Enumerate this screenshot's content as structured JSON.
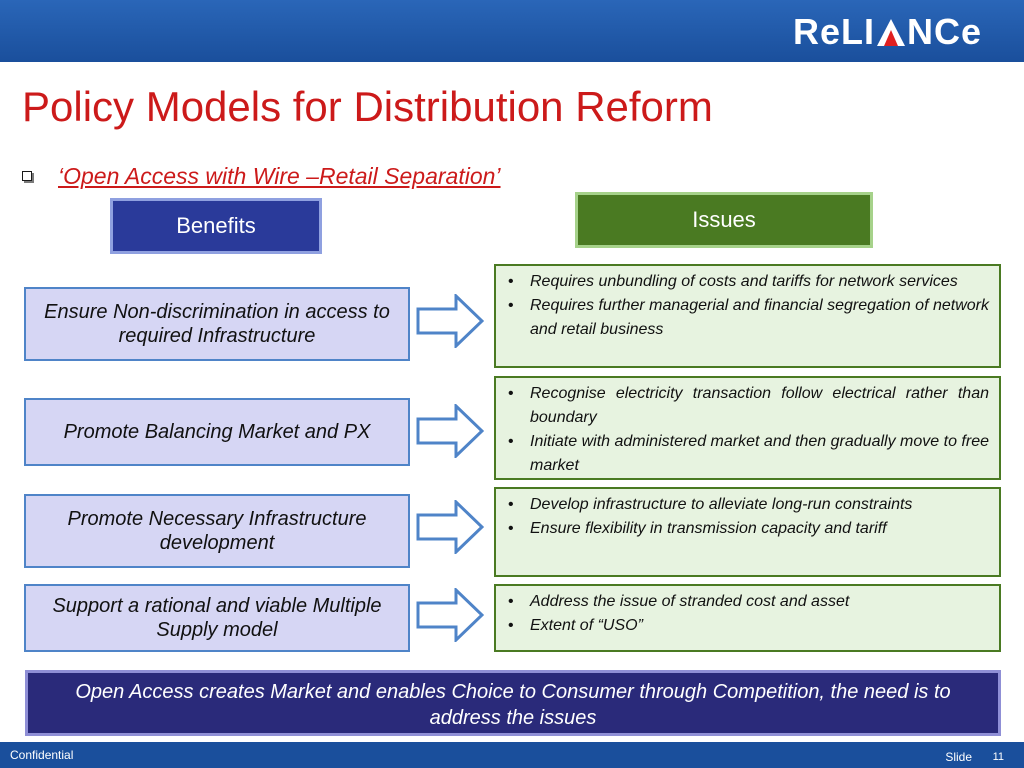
{
  "header": {
    "logo_text_left": "ReLI",
    "logo_text_right": "NCe"
  },
  "slide": {
    "title": "Policy Models for Distribution Reform",
    "subtitle": "‘Open Access with Wire –Retail Separation’",
    "benefits_label": "Benefits",
    "issues_label": "Issues",
    "rows": [
      {
        "benefit": "Ensure Non-discrimination in access to required Infrastructure",
        "issues": [
          "Requires unbundling of costs and tariffs for network services",
          "Requires further managerial and financial segregation of  network and retail business"
        ]
      },
      {
        "benefit": "Promote Balancing Market and PX",
        "issues": [
          "Recognise electricity transaction follow electrical rather than boundary",
          "Initiate with administered market and then gradually move to free market"
        ]
      },
      {
        "benefit": "Promote Necessary Infrastructure development",
        "issues": [
          "Develop infrastructure to alleviate long-run constraints",
          "Ensure flexibility in transmission capacity and tariff"
        ]
      },
      {
        "benefit": "Support a rational and viable Multiple Supply model",
        "issues": [
          "Address the issue of stranded cost and asset",
          "Extent of “USO”"
        ]
      }
    ],
    "conclusion": "Open Access creates Market and enables Choice to Consumer through Competition, the need is to address the issues"
  },
  "footer": {
    "confidential": "Confidential",
    "slide_label": "Slide",
    "slide_number": "11"
  },
  "colors": {
    "header_bar": "#1a4f9c",
    "title_red": "#cc1a1a",
    "benefits_header": "#2a3a9a",
    "issues_header": "#4a7a22",
    "benefit_box_fill": "#d6d6f4",
    "issue_box_fill": "#e7f3e0",
    "conclusion_fill": "#2a2a7a",
    "logo_accent": "#e02020"
  },
  "icons": {
    "bullet": "checkbox-square-icon",
    "row_arrow": "right-arrow-icon"
  }
}
